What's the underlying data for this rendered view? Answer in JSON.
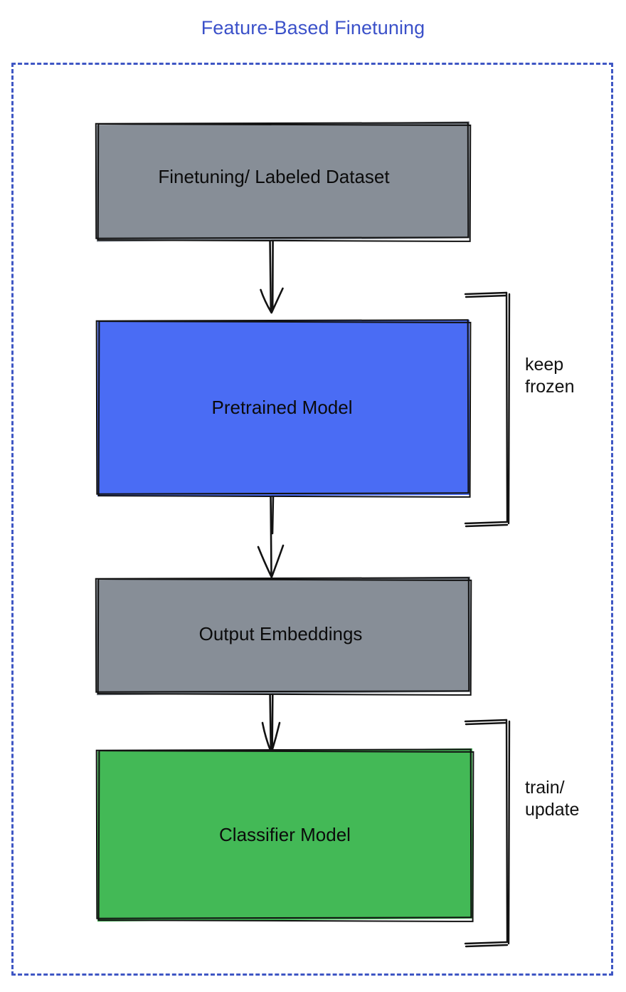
{
  "title": "Feature-Based Finetuning",
  "colors": {
    "title_blue": "#3b51c9",
    "frame_dashed_blue": "#3f57c4",
    "box_gray": "#878e97",
    "box_blue": "#4a6cf4",
    "box_green": "#43b956",
    "stroke_black": "#121212",
    "text_black": "#0b0b0b",
    "background": "#ffffff"
  },
  "nodes": [
    {
      "id": "dataset",
      "label": "Finetuning/ Labeled Dataset",
      "fill": "gray"
    },
    {
      "id": "pretrained",
      "label": "Pretrained Model",
      "fill": "blue"
    },
    {
      "id": "embeddings",
      "label": "Output Embeddings",
      "fill": "gray"
    },
    {
      "id": "classifier",
      "label": "Classifier Model",
      "fill": "green"
    }
  ],
  "edges": [
    {
      "id": "edge-1",
      "from": "dataset",
      "to": "pretrained",
      "style": "hand-drawn-arrow"
    },
    {
      "id": "edge-2",
      "from": "pretrained",
      "to": "embeddings",
      "style": "hand-drawn-arrow"
    },
    {
      "id": "edge-3",
      "from": "embeddings",
      "to": "classifier",
      "style": "hand-drawn-arrow"
    }
  ],
  "annotations": [
    {
      "id": "keep-frozen",
      "text": "keep\nfrozen",
      "targets": [
        "pretrained"
      ]
    },
    {
      "id": "train-update",
      "text": "train/\nupdate",
      "targets": [
        "classifier"
      ]
    }
  ],
  "frame": {
    "style": "dashed",
    "color": "#3f57c4"
  }
}
